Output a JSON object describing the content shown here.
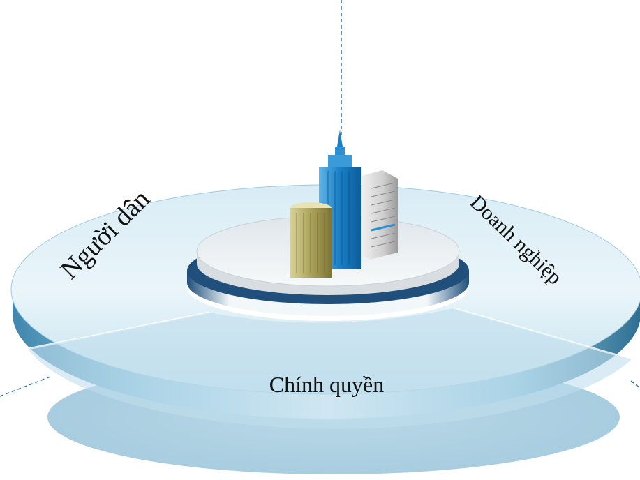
{
  "diagram": {
    "segments": [
      {
        "label": "Người dân"
      },
      {
        "label": "Doanh nghiệp"
      },
      {
        "label": "Chính quyền"
      }
    ],
    "center": {
      "icon": "city-buildings-icon"
    }
  },
  "colors": {
    "disc_top_light": "#eef7fb",
    "disc_top_mid": "#cfe6f1",
    "disc_rim": "#4f97bd",
    "disc_rim_dark": "#2f6f92",
    "connector": "#2a6ea6"
  }
}
